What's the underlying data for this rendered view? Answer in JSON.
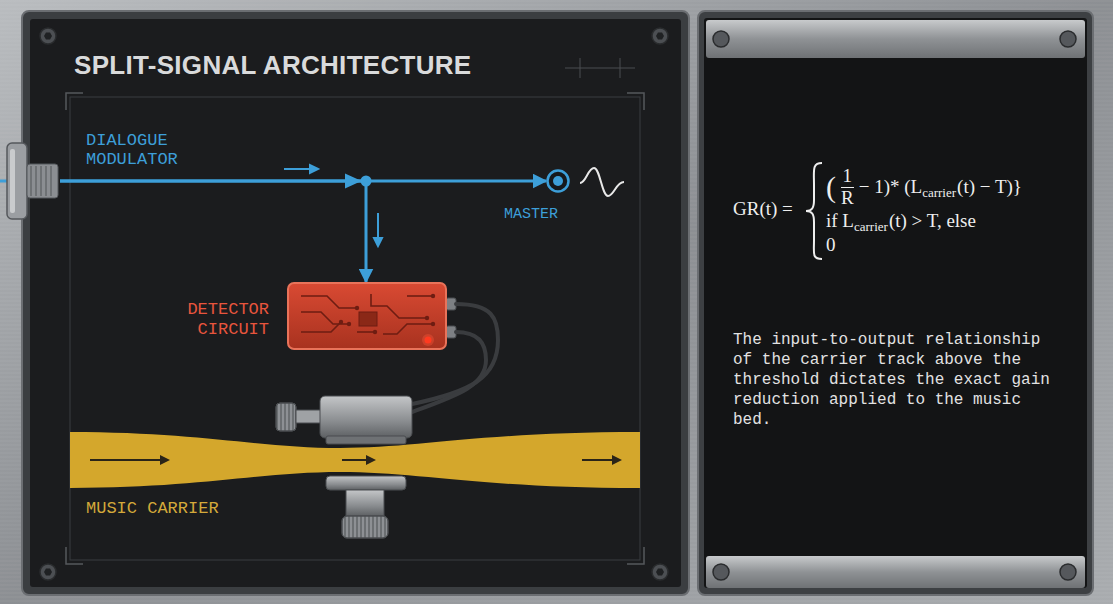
{
  "diagram": {
    "title": "SPLIT-SIGNAL ARCHITECTURE",
    "nodes": [
      {
        "text": [
          "DIALOGUE MODULATOR"
        ]
      },
      {
        "text": [
          "MASTER"
        ]
      },
      {
        "text": [
          "DETECTOR CIRCUIT"
        ]
      },
      {
        "text": [
          "MUSIC CARRIER"
        ]
      }
    ],
    "edges": [
      {
        "from": 0,
        "to": 1,
        "arrow": "to"
      },
      {
        "from": 0,
        "to": 2,
        "arrow": "to"
      }
    ],
    "labels": [
      "GR(t) =",
      "(",
      "1",
      "R",
      "− 1)",
      "* (L",
      "carrier",
      "(t) − T)}",
      "if L",
      "carrier",
      "(t) > T, else",
      "0",
      "The input-to-output relationship of the carrier track above the threshold dictates the exact gain reduction applied to the music bed."
    ]
  }
}
